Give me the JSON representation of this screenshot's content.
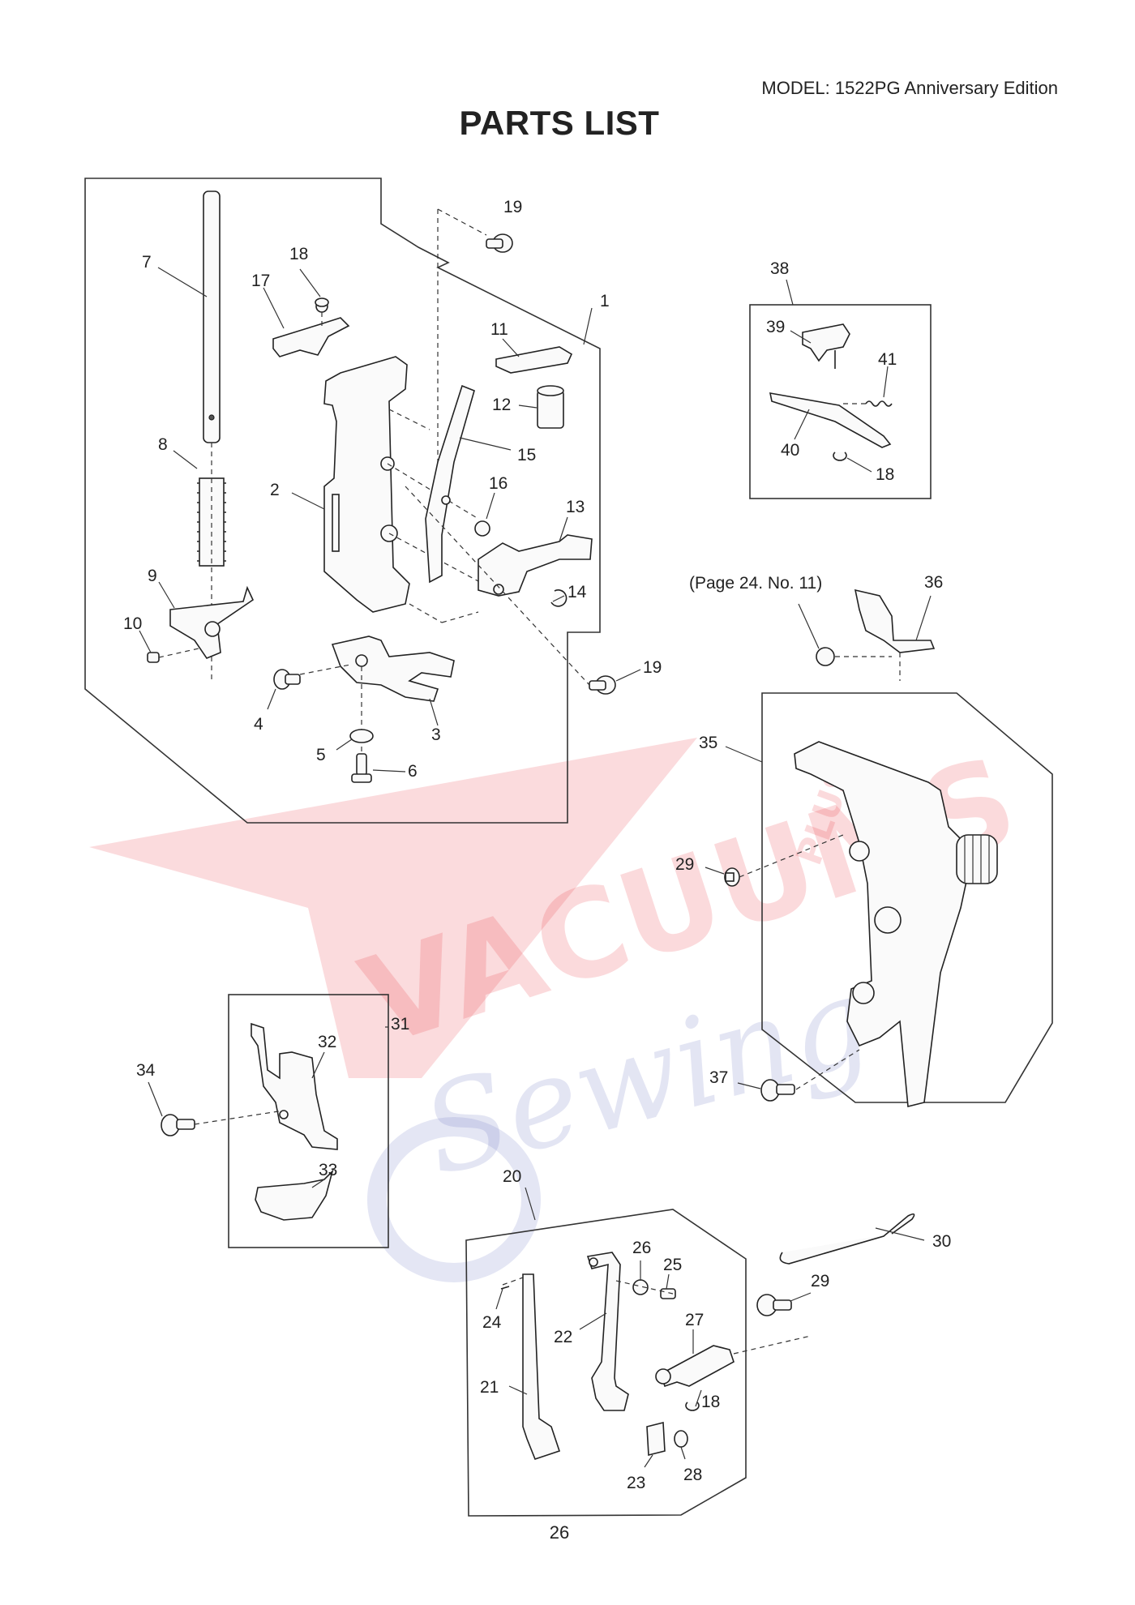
{
  "header": {
    "model": "MODEL: 1522PG Anniversary Edition",
    "title": "PARTS LIST"
  },
  "page_number": "26",
  "reference_note": "(Page 24. No. 11)",
  "watermark": {
    "text_main": "VACUUMS",
    "text_small": "PLUS",
    "text_script": "Sewing"
  },
  "part_numbers": [
    "1",
    "2",
    "3",
    "4",
    "5",
    "6",
    "7",
    "8",
    "9",
    "10",
    "11",
    "12",
    "13",
    "14",
    "15",
    "16",
    "17",
    "18",
    "19",
    "20",
    "21",
    "22",
    "23",
    "24",
    "25",
    "26",
    "27",
    "28",
    "29",
    "30",
    "31",
    "32",
    "33",
    "34",
    "35",
    "36",
    "37",
    "38",
    "39",
    "40",
    "41"
  ],
  "colors": {
    "line": "#222222",
    "watermark_red": "#e8202a",
    "watermark_blue": "#5a63b8"
  }
}
